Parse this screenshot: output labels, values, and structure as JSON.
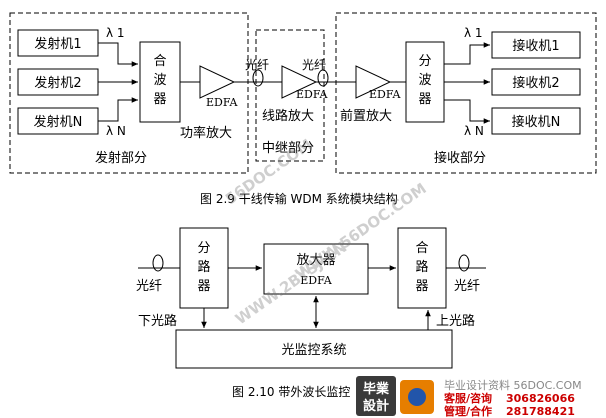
{
  "fig1": {
    "tx": [
      "发射机1",
      "发射机2",
      "发射机N"
    ],
    "lambda_in": [
      "λ 1",
      "λ N"
    ],
    "mux": "合波器",
    "amp1": "EDFA",
    "amp2": "EDFA",
    "amp3": "EDFA",
    "fiber1": "光纤",
    "fiber2": "光纤",
    "demux": "分波器",
    "lambda_out": [
      "λ 1",
      "λ N"
    ],
    "rx": [
      "接收机1",
      "接收机2",
      "接收机N"
    ],
    "labels": {
      "power_amp": "功率放大",
      "line_amp": "线路放大",
      "pre_amp": "前置放大",
      "tx_part": "发射部分",
      "repeater_part": "中继部分",
      "rx_part": "接收部分"
    },
    "caption": "图 2.9   干线传输 WDM 系统模块结构"
  },
  "fig2": {
    "splitter": "分路器",
    "amplifier": "放大器",
    "amplifier_sub": "EDFA",
    "combiner": "合路器",
    "fiber_left": "光纤",
    "fiber_right": "光纤",
    "drop": "下光路",
    "add": "上光路",
    "monitor": "光监控系统",
    "caption": "图 2.10  带外波长监控"
  },
  "watermark": {
    "logo_top": "毕業",
    "logo_bottom": "設計",
    "site": "毕业设计资料 56DOC.COM",
    "service_label": "客服/咨询",
    "service_number": "306826066",
    "manage_label": "管理/合作",
    "manage_number": "281788421",
    "diag1": "56DOC.COM",
    "diag2": "WWW.2BYSJ.CN",
    "diag3": "WWW.56DOC.COM"
  },
  "colors": {
    "line": "#000000",
    "watermark": "#9aa0a6",
    "logo_bg": "#3a3a3a",
    "logo_fg": "#ffffff",
    "accent_red": "#cc0000",
    "accent_orange": "#e67e00",
    "accent_blue": "#2255aa"
  }
}
